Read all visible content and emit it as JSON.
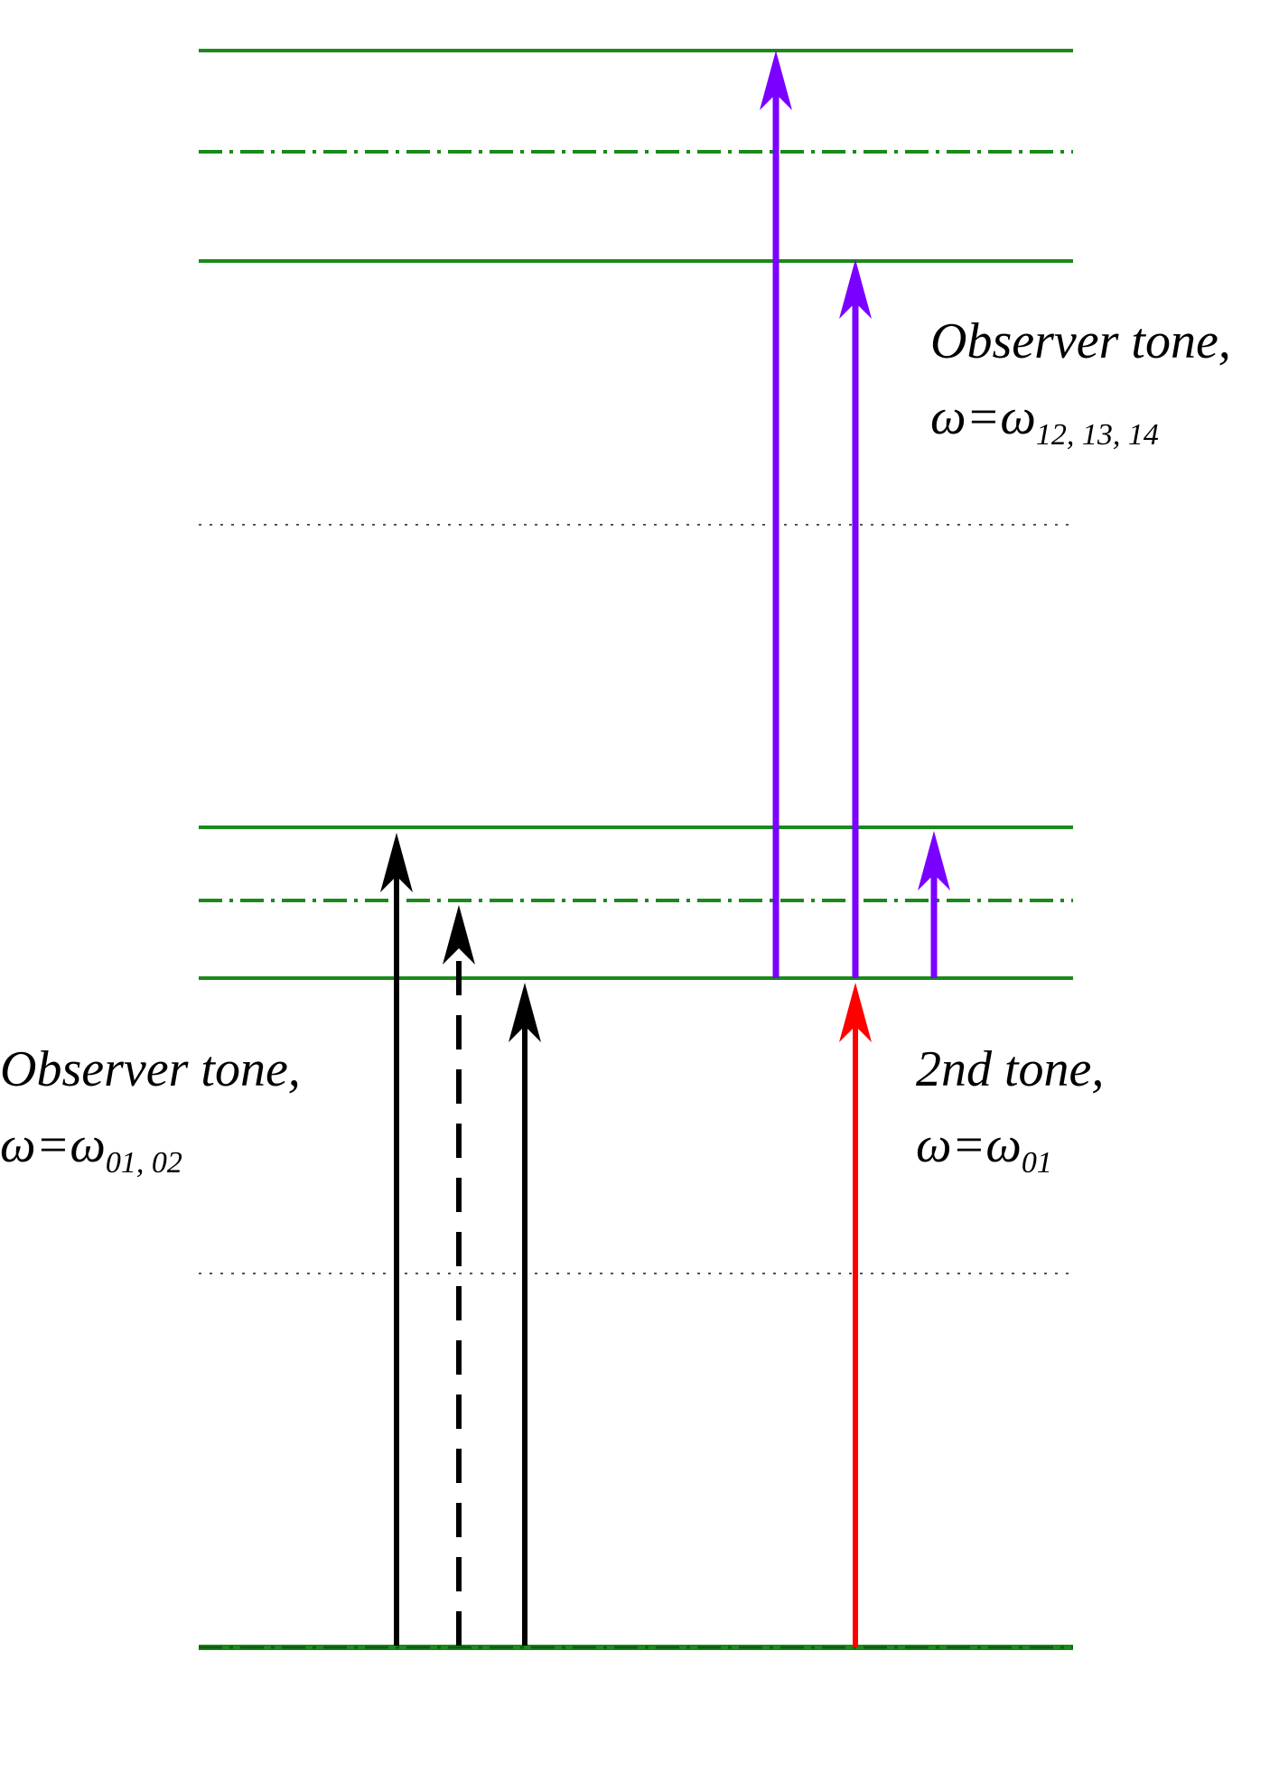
{
  "colors": {
    "level": "#1a8a1a",
    "ground_tone": "#000000",
    "second_tone": "#ff0000",
    "upper_tone": "#7a00ff",
    "dotted": "#555555",
    "background": "#ffffff"
  },
  "levels": [
    {
      "name": "level-top-solid",
      "style": "solid"
    },
    {
      "name": "level-top-dashdot",
      "style": "dashdot"
    },
    {
      "name": "level-upper-solid",
      "style": "solid"
    },
    {
      "name": "level-upper-dotted",
      "style": "dotted"
    },
    {
      "name": "level-first-upper-solid",
      "style": "solid"
    },
    {
      "name": "level-first-dashdot",
      "style": "dashdot"
    },
    {
      "name": "level-first-lower-solid",
      "style": "solid"
    },
    {
      "name": "level-lower-dotted",
      "style": "dotted"
    },
    {
      "name": "level-ground",
      "style": "dashdot-solid"
    }
  ],
  "arrows": [
    {
      "name": "observer-arrow-01-a",
      "tone": "ground",
      "style": "solid"
    },
    {
      "name": "observer-arrow-02-dashed",
      "tone": "ground",
      "style": "dashed"
    },
    {
      "name": "observer-arrow-01-b",
      "tone": "ground",
      "style": "solid"
    },
    {
      "name": "second-tone-arrow",
      "tone": "second",
      "style": "solid"
    },
    {
      "name": "upper-arrow-14",
      "tone": "upper",
      "style": "solid"
    },
    {
      "name": "upper-arrow-13",
      "tone": "upper",
      "style": "solid"
    },
    {
      "name": "upper-arrow-12",
      "tone": "upper",
      "style": "solid"
    }
  ],
  "labels": {
    "upper_title": "Observer tone,",
    "upper_omega": "ω=ω",
    "upper_sub": "12, 13, 14",
    "lower_left_title": "Observer tone,",
    "lower_left_omega": "ω=ω",
    "lower_left_sub": "01, 02",
    "lower_right_title": "2nd tone,",
    "lower_right_omega": "ω=ω",
    "lower_right_sub": "01"
  }
}
